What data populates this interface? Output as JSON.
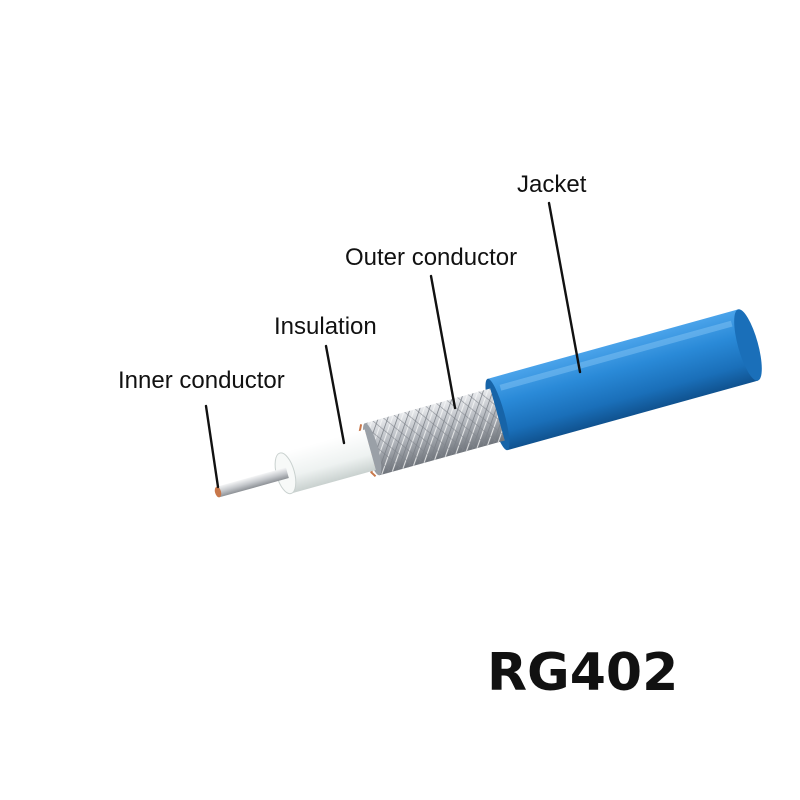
{
  "labels": {
    "jacket": "Jacket",
    "outer_conductor": "Outer conductor",
    "insulation": "Insulation",
    "inner_conductor": "Inner conductor"
  },
  "model": "RG402",
  "colors": {
    "jacket": "#1f7fcf",
    "braid": "#b8bcc2",
    "insulation": "#f2f5f4",
    "inner_conductor": "#c9ccd0",
    "copper_tip": "#c8774a",
    "text": "#111111"
  }
}
